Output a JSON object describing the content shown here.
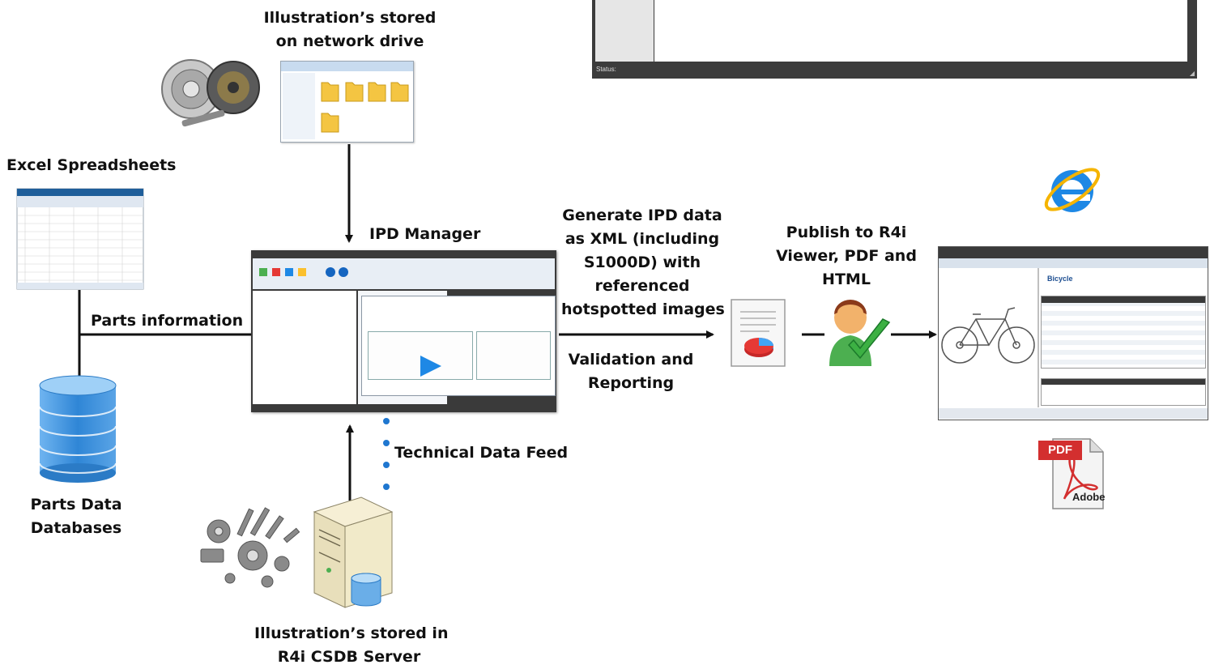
{
  "labels": {
    "network_drive": [
      "Illustration’s stored",
      "on network drive"
    ],
    "excel": "Excel Spreadsheets",
    "ipd_manager": "IPD Manager",
    "parts_info": "Parts information",
    "generate": [
      "Generate IPD data",
      "as XML (including",
      "S1000D) with",
      "referenced",
      "hotspotted images"
    ],
    "validation": [
      "Validation and",
      "Reporting"
    ],
    "publish": [
      "Publish to R4i",
      "Viewer, PDF and",
      "HTML"
    ],
    "tech_feed": "Technical Data Feed",
    "parts_db": [
      "Parts Data",
      "Databases"
    ],
    "csdb": [
      "Illustration’s stored in",
      "R4i CSDB Server"
    ]
  },
  "top_window": {
    "status": "Status:"
  },
  "viewer": {
    "title": "Bicycle"
  },
  "pdf_icon": {
    "badge": "PDF",
    "brand": "Adobe"
  },
  "colors": {
    "arrow": "#111111",
    "dots": "#1f77d0",
    "db_blue": "#3a8fd8",
    "ie_blue": "#1e88e5",
    "ie_ring": "#f5b400",
    "pdf_red": "#d32f2f",
    "check_green": "#3cb043"
  }
}
